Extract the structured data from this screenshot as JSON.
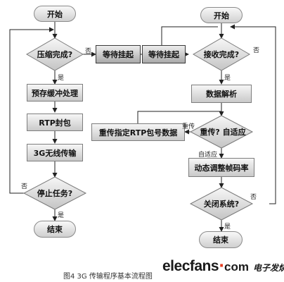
{
  "left_flow": {
    "start": "开始",
    "compress_done": "压缩完成?",
    "pre_buffer": "预存缓冲处理",
    "rtp_pack": "RTP封包",
    "transmit": "3G无线传输",
    "stop_task": "停止任务?",
    "end": "结束",
    "wait1": "等待挂起",
    "label_no_compress": "否",
    "label_yes_compress": "是",
    "label_no_stop": "否",
    "label_yes_stop": "是"
  },
  "right_flow": {
    "start": "开始",
    "wait2": "等待挂起",
    "recv_done": "接收完成?",
    "parse": "数据解析",
    "resend_adapt": "重传? 自适应",
    "resend_rtp": "重传指定RTP包号数据",
    "dyn_adjust": "动态调整帧码率",
    "close_sys": "关闭系统?",
    "end": "结束",
    "label_no_recv": "否",
    "label_yes_recv": "是",
    "label_resend": "重传",
    "label_adapt": "自适应",
    "label_no_close": "否",
    "label_yes_close": "是"
  },
  "caption": "图4 3G 传输程序基本流程图",
  "watermark": {
    "brand_a": "elecfans",
    "brand_dot": "·",
    "brand_b": "com",
    "brand_cn": "电子发烧友"
  }
}
